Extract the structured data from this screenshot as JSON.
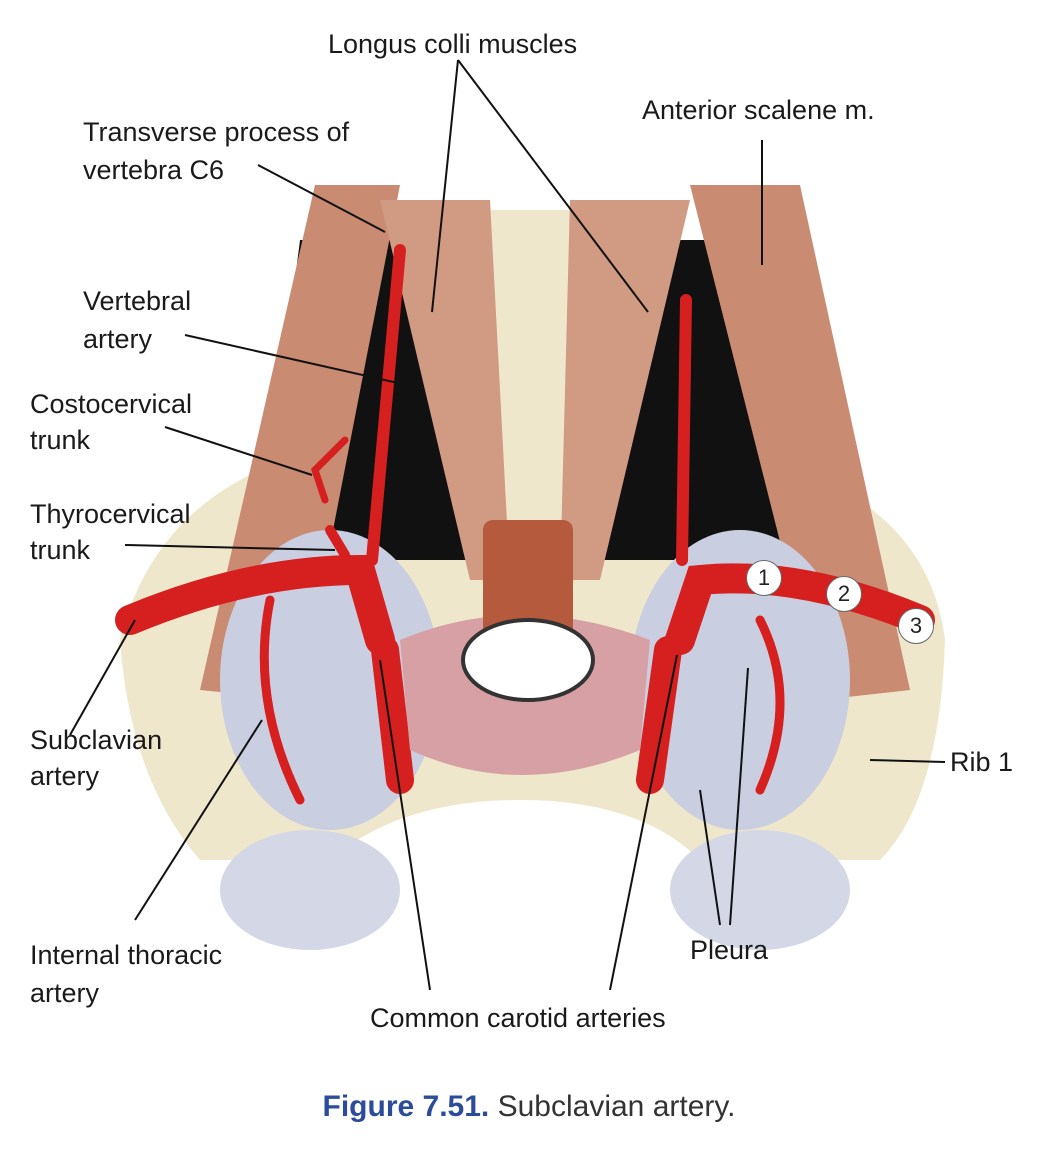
{
  "labels": {
    "longus_colli": "Longus colli muscles",
    "anterior_scalene": "Anterior scalene m.",
    "transverse_process_1": "Transverse process of",
    "transverse_process_2": "vertebra C6",
    "vertebral_1": "Vertebral",
    "vertebral_2": "artery",
    "costocervical_1": "Costocervical",
    "costocervical_2": "trunk",
    "thyrocervical_1": "Thyrocervical",
    "thyrocervical_2": "trunk",
    "subclavian_1": "Subclavian",
    "subclavian_2": "artery",
    "internal_thoracic_1": "Internal thoracic",
    "internal_thoracic_2": "artery",
    "common_carotid": "Common carotid arteries",
    "pleura": "Pleura",
    "rib1": "Rib 1"
  },
  "markers": [
    "1",
    "2",
    "3"
  ],
  "caption": {
    "figure": "Figure 7.51.",
    "text": "Subclavian artery."
  },
  "colors": {
    "artery": "#d61f1f",
    "muscle": "#c98b72",
    "pleura": "#c9cee0",
    "rib": "#efe7cb",
    "caption_blue": "#2b4b9b"
  }
}
